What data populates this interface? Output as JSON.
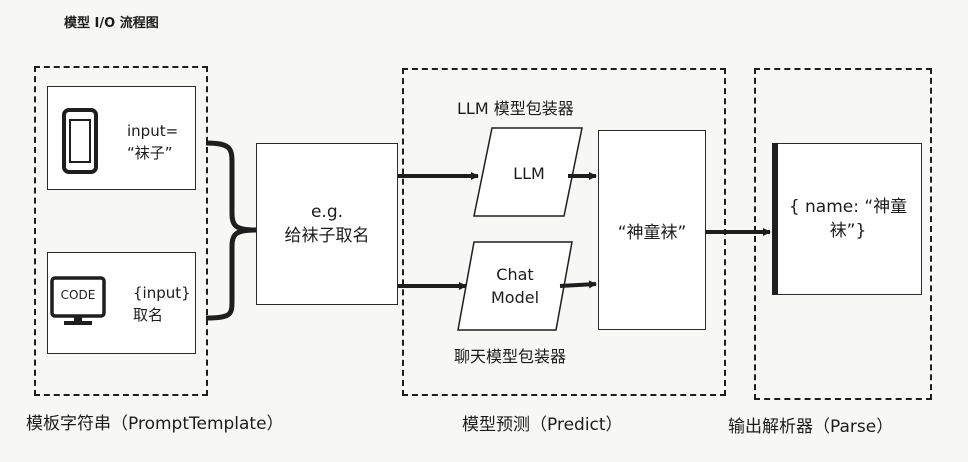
{
  "title": "模型 I/O 流程图",
  "prompt_template": {
    "caption": "模板字符串（PromptTemplate）",
    "phone_input": {
      "icon": "smartphone-icon",
      "line1": "input=",
      "line2": "“袜子”"
    },
    "code_input": {
      "icon": "code-monitor-icon",
      "icon_text": "CODE",
      "line1": "{input}",
      "line2": "取名"
    }
  },
  "example_box": {
    "line1": "e.g.",
    "line2": "给袜子取名"
  },
  "predict": {
    "caption": "模型预测（Predict）",
    "llm_wrapper_label": "LLM 模型包装器",
    "chat_wrapper_label": "聊天模型包装器",
    "llm_label": "LLM",
    "chat_model_line1": "Chat",
    "chat_model_line2": "Model",
    "result": "“神童袜”"
  },
  "parse": {
    "caption": "输出解析器（Parse）",
    "result_line1": "{ name: “神童",
    "result_line2": "袜”}"
  },
  "colors": {
    "line": "#1e1e1e",
    "box_fill": "#ffffff",
    "background": "#f7f7f5"
  }
}
